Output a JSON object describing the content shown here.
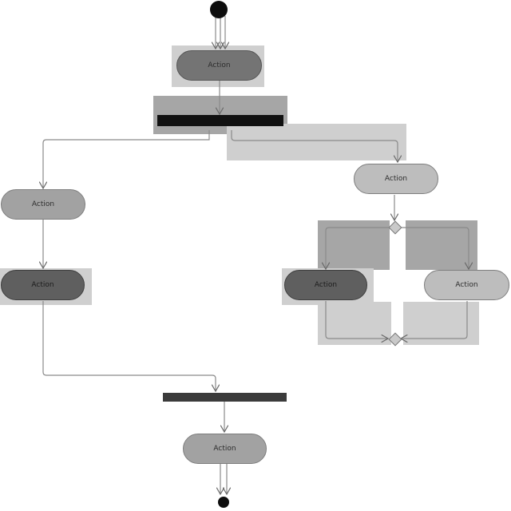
{
  "diagram": {
    "actions": {
      "top": "Action",
      "left_1": "Action",
      "left_2": "Action",
      "right_1": "Action",
      "right_branch_a": "Action",
      "right_branch_b": "Action",
      "bottom": "Action"
    },
    "colors": {
      "highlight_dark": "#a6a6a6",
      "highlight_light": "#cfcfcf",
      "action_light": "#bdbdbd",
      "action_dark": "#747474",
      "bar_fork": "#111111",
      "bar_join": "#3b3b3b",
      "edge": "#8a8a8a"
    }
  }
}
